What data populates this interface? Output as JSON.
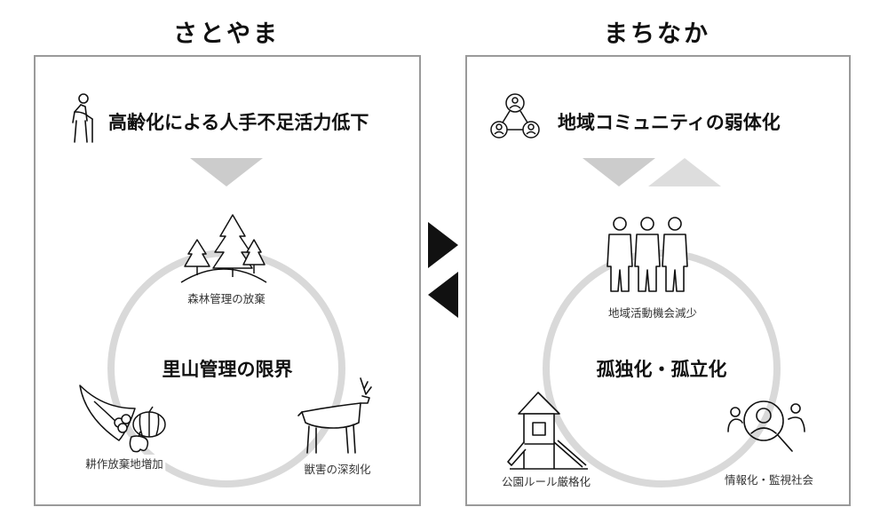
{
  "header_fragment": "",
  "left": {
    "title": "さとやま",
    "cause": "高齢化による人手不足活力低下",
    "center": "里山管理の限界",
    "nodes": [
      "森林管理の放棄",
      "耕作放棄地増加",
      "獣害の深刻化"
    ]
  },
  "right": {
    "title": "まちなか",
    "cause": "地域コミュニティの弱体化",
    "center": "孤独化・孤立化",
    "nodes": [
      "地域活動機会減少",
      "公園ルール厳格化",
      "情報化・監視社会"
    ]
  },
  "icons": [
    "elderly-person-icon",
    "forest-icon",
    "cornucopia-icon",
    "deer-icon",
    "community-network-icon",
    "three-people-icon",
    "playground-icon",
    "surveillance-icon"
  ],
  "colors": {
    "border": "#9a9a9a",
    "cycle": "#d9d9d9",
    "down_arrow": "#cccccc",
    "up_arrow": "#dddddd",
    "exchange_arrow": "#111111"
  }
}
